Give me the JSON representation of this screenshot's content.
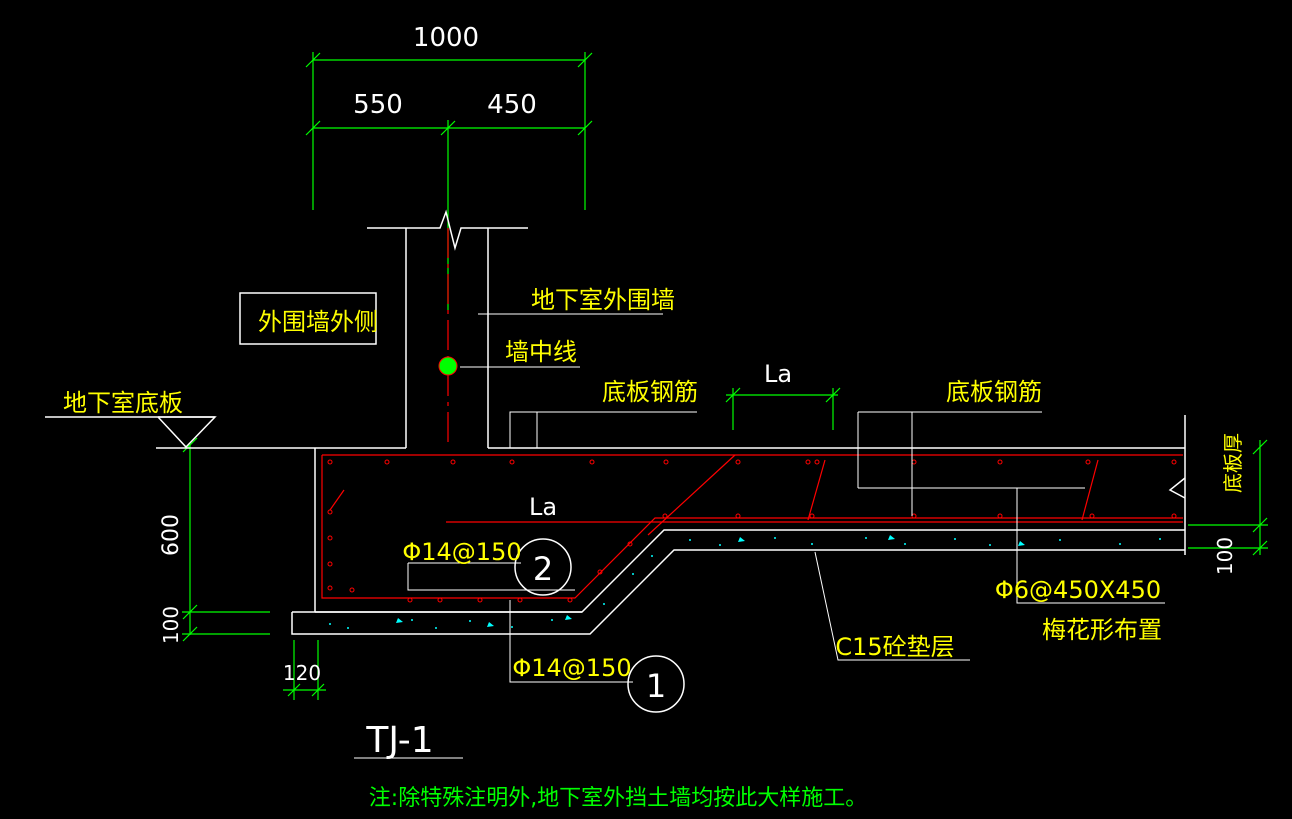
{
  "drawing": {
    "dims": {
      "total_width": "1000",
      "left_part": "550",
      "right_part": "450",
      "footing_depth": "600",
      "cushion_left": "100",
      "cushion_right": "100",
      "offset_120": "120",
      "la_top": "La",
      "la_bottom": "La"
    },
    "labels": {
      "outer_side_box": "外围墙外侧",
      "basement_outer_wall": "地下室外围墙",
      "wall_centerline": "墙中线",
      "basement_slab": "地下室底板",
      "slab_rebar_left": "底板钢筋",
      "slab_rebar_right": "底板钢筋",
      "slab_thickness": "底板厚",
      "rebar2_spec": "Φ14@150",
      "rebar2_mark": "2",
      "rebar1_spec": "Φ14@150",
      "rebar1_mark": "1",
      "tie_spec": "Φ6@450X450",
      "tie_layout": "梅花形布置",
      "cushion_layer": "C15砼垫层",
      "detail_title": "TJ-1",
      "note": "注:除特殊注明外,地下室外挡土墙均按此大样施工。"
    },
    "colors": {
      "background": "#000000",
      "outline": "#ffffff",
      "rebar": "#ff0000",
      "dimension": "#00ff00",
      "text": "#ffff00",
      "concrete_speckle": "#00ffff",
      "centerline": "#ff0000"
    }
  }
}
